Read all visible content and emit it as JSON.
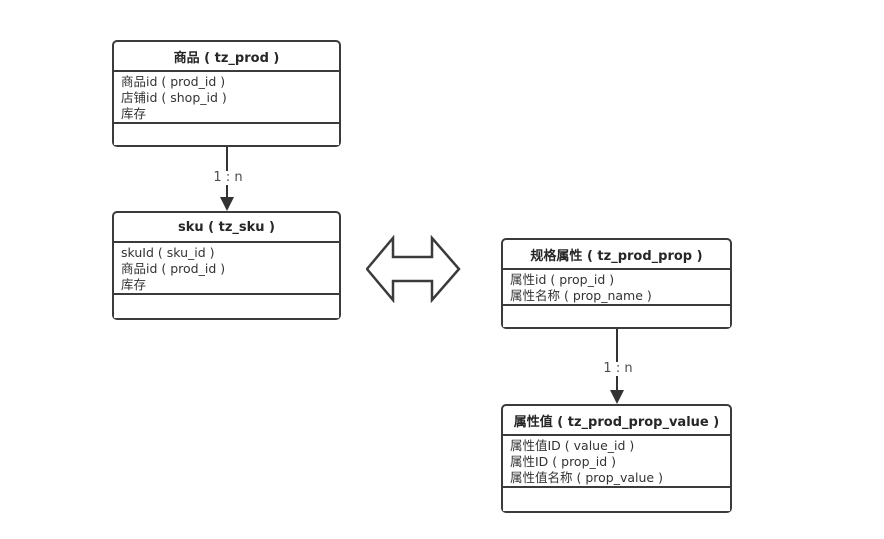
{
  "diagram": {
    "background": "#ffffff",
    "colors": {
      "table_border": "#3b3b3b",
      "field_text": "#333333",
      "title_text": "#262626",
      "connector": "#333333",
      "cardinality_label_text": "#4d4d4d"
    },
    "tables": [
      {
        "id": "tz_prod",
        "title": "商品 ( tz_prod )",
        "fields": [
          "商品id ( prod_id )",
          "店铺id ( shop_id )",
          "库存"
        ]
      },
      {
        "id": "tz_sku",
        "title": "sku ( tz_sku )",
        "fields": [
          "skuId ( sku_id )",
          "商品id ( prod_id )",
          "库存"
        ]
      },
      {
        "id": "tz_prod_prop",
        "title": "规格属性 ( tz_prod_prop )",
        "fields": [
          "属性id ( prop_id )",
          "属性名称 ( prop_name )"
        ]
      },
      {
        "id": "tz_prod_prop_value",
        "title": "属性值 ( tz_prod_prop_value )",
        "fields": [
          "属性值ID ( value_id )",
          "属性ID ( prop_id )",
          "属性值名称 ( prop_value )"
        ]
      }
    ],
    "connectors": [
      {
        "label": "1 : n"
      },
      {
        "label": "1 : n"
      }
    ],
    "link_icon": "double-horizontal-arrow"
  }
}
